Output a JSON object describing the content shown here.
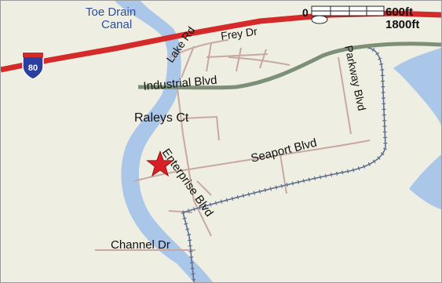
{
  "map": {
    "water_label_line1": "Toe Drain",
    "water_label_line2": "Canal",
    "shield": "80",
    "scale_zero": "0",
    "scale_ft": "600ft",
    "scale_m": "1800ft",
    "streets": {
      "lake": "Lake Rd",
      "frey": "Frey Dr",
      "industrial": "Industrial Blvd",
      "parkway": "Parkway Blvd",
      "raleys": "Raleys Ct",
      "seaport": "Seaport Blvd",
      "enterprise": "Enterprise Blvd",
      "channel": "Channel Dr"
    },
    "marker_icon": "star-marker-icon",
    "colors": {
      "land": "#eeefe2",
      "water": "#aac6e8",
      "interstate": "#d42a2a",
      "highway": "#7d9077",
      "street": "#c8a8a0",
      "rail": "#5e6e8e",
      "marker": "#d81f26"
    }
  }
}
